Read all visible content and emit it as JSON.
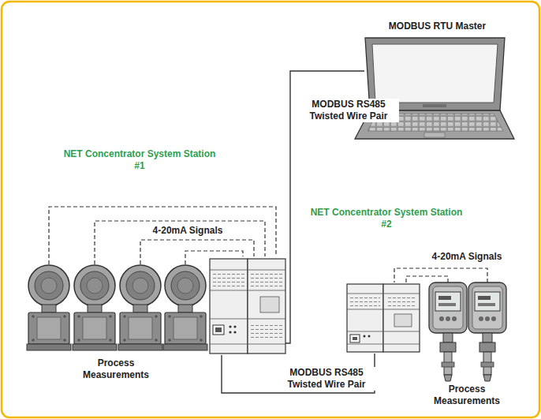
{
  "diagram": {
    "nodes": [
      {
        "text": [
          "MODBUS RTU Master"
        ]
      },
      {
        "text": [
          "NET Concentrator System Station #1"
        ]
      },
      {
        "text": [
          "Process Measurements"
        ]
      },
      {
        "text": [
          "NET Concentrator System Station #2"
        ]
      },
      {
        "text": [
          "Process Measurements"
        ]
      }
    ],
    "edges": [
      {
        "from": 1,
        "to": 0,
        "arrow": "none",
        "label": "MODBUS RS485 Twisted Wire Pair"
      },
      {
        "from": 1,
        "to": 3,
        "arrow": "none",
        "label": "MODBUS RS485 Twisted Wire Pair"
      },
      {
        "from": 2,
        "to": 1,
        "arrow": "none",
        "label": "4-20mA Signals"
      },
      {
        "from": 4,
        "to": 3,
        "arrow": "none",
        "label": "4-20mA Signals"
      }
    ]
  }
}
